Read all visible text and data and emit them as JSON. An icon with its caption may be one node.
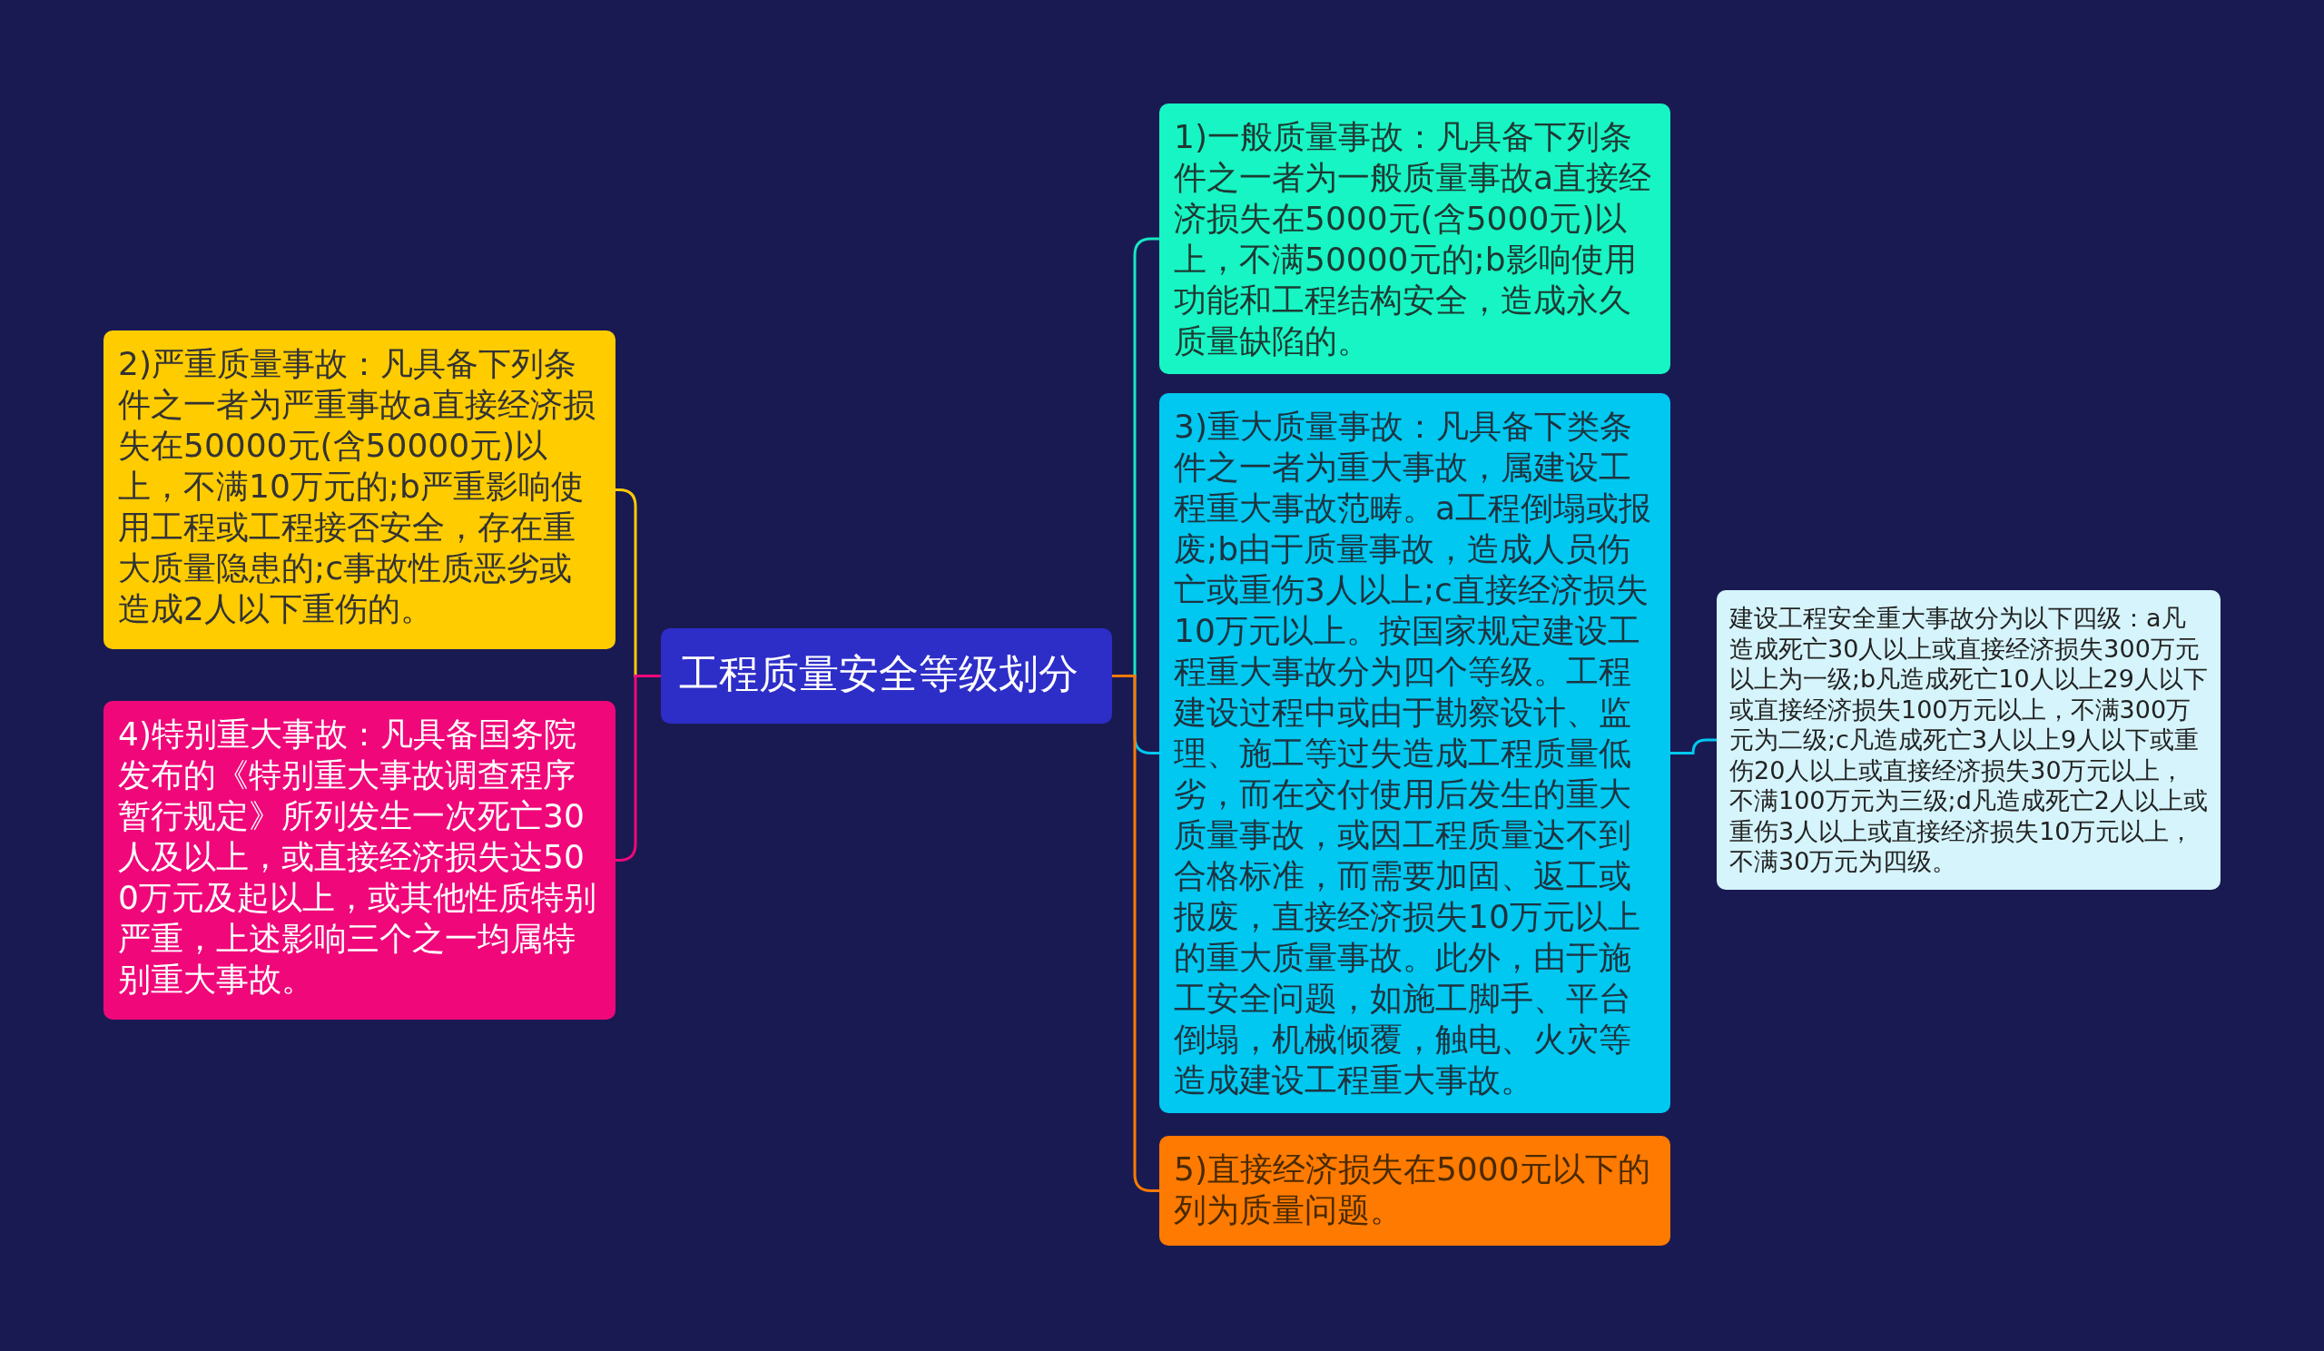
{
  "diagram": {
    "nodes": [
      {
        "text": [
          "工程质量安全等级划分"
        ]
      },
      {
        "text": [
          "2)严重质量事故：凡具备下列条件之一者为严重事故a直接经济损失在50000元(含50000元)以上，不满10万元的;b严重影响使用工程或工程接否安全，存在重大质量隐患的;c事故性质恶劣或造成2人以下重伤的。"
        ]
      },
      {
        "text": [
          "4)特别重大事故：凡具备国务院发布的《特别重大事故调查程序暂行规定》所列发生一次死亡30人及以上，或直接经济损失达500万元及起以上，或其他性质特别严重，上述影响三个之一均属特别重大事故。"
        ]
      },
      {
        "text": [
          "1)一般质量事故：凡具备下列条件之一者为一般质量事故a直接经济损失在5000元(含5000元)以上，不满50000元的;b影响使用功能和工程结构安全，造成永久质量缺陷的。"
        ]
      },
      {
        "text": [
          "3)重大质量事故：凡具备下类条件之一者为重大事故，属建设工程重大事故范畴。a工程倒塌或报废;b由于质量事故，造成人员伤亡或重伤3人以上;c直接经济损失10万元以上。按国家规定建设工程重大事故分为四个等级。工程建设过程中或由于勘察设计、监理、施工等过失造成工程质量低劣，而在交付使用后发生的重大质量事故，或因工程质量达不到合格标准，而需要加固、返工或报废，直接经济损失10万元以上的重大质量事故。此外，由于施工安全问题，如施工脚手、平台倒塌，机械倾覆，触电、火灾等造成建设工程重大事故。"
        ]
      },
      {
        "text": [
          "5)直接经济损失在5000元以下的列为质量问题。"
        ]
      },
      {
        "text": [
          "建设工程安全重大事故分为以下四级：a凡造成死亡30人以上或直接经济损失300万元以上为一级;b凡造成死亡10人以上29人以下或直接经济损失100万元以上，不满300万元为二级;c凡造成死亡3人以上9人以下或重伤20人以上或直接经济损失30万元以上，不满100万元为三级;d凡造成死亡2人以上或重伤3人以上或直接经济损失10万元以上，不满30万元为四级。"
        ]
      }
    ],
    "edges": [
      {
        "from": 0,
        "to": 1,
        "arrow": "none",
        "color": "#ffcc00"
      },
      {
        "from": 0,
        "to": 2,
        "arrow": "none",
        "color": "#f0087a"
      },
      {
        "from": 0,
        "to": 3,
        "arrow": "none",
        "color": "#17e8c0"
      },
      {
        "from": 0,
        "to": 4,
        "arrow": "none",
        "color": "#00c8f0"
      },
      {
        "from": 0,
        "to": 5,
        "arrow": "none",
        "color": "#ff7a00"
      },
      {
        "from": 4,
        "to": 6,
        "arrow": "none",
        "color": "#00c8f0"
      }
    ]
  }
}
